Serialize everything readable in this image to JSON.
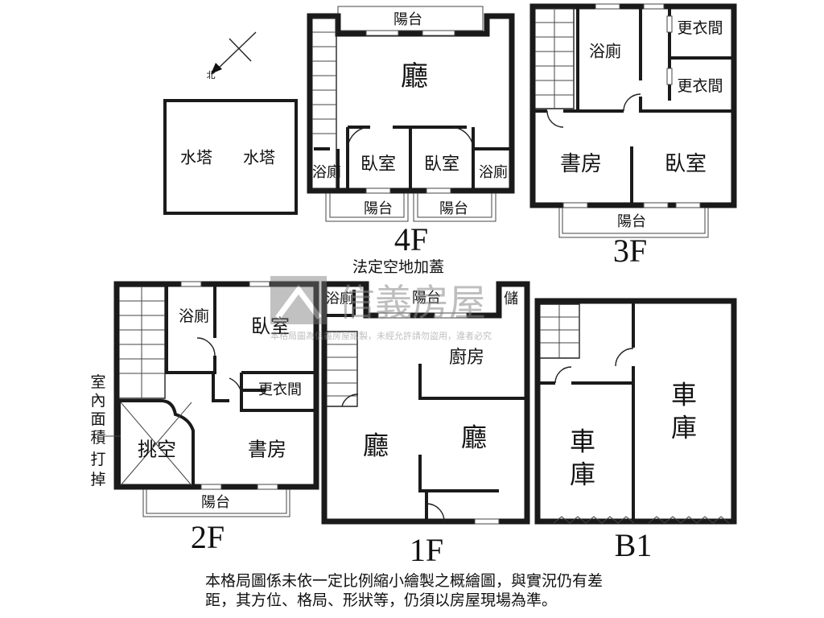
{
  "floors": {
    "roof": {
      "rooms": [
        "水塔",
        "水塔"
      ]
    },
    "f4": {
      "label": "4F",
      "rooms": [
        "廳",
        "臥室",
        "臥室",
        "浴廁",
        "浴廁",
        "陽台",
        "陽台",
        "陽台"
      ]
    },
    "f3": {
      "label": "3F",
      "rooms": [
        "浴廁",
        "更衣間",
        "更衣間",
        "書房",
        "臥室",
        "陽台"
      ]
    },
    "f2": {
      "label": "2F",
      "rooms": [
        "浴廁",
        "臥室",
        "更衣間",
        "挑空",
        "書房",
        "陽台"
      ],
      "side_note": [
        "室",
        "內",
        "面",
        "積",
        "打",
        "掉"
      ]
    },
    "f1": {
      "label": "1F",
      "top_note": "法定空地加蓋",
      "rooms": [
        "浴廁",
        "陽台",
        "儲",
        "廚房",
        "廳",
        "廳"
      ]
    },
    "b1": {
      "label": "B1",
      "rooms": [
        "車",
        "庫",
        "車",
        "庫"
      ]
    }
  },
  "watermark": {
    "brand": "信義房屋",
    "subtitle": "本格局圖為信義房屋繪製，未經允許請勿盜用，違者必究"
  },
  "disclaimer": [
    "本格局圖係未依一定比例縮小繪製之概繪圖，與實況仍有差",
    "距，其方位、格局、形狀等，仍須以房屋現場為準。"
  ],
  "colors": {
    "wall": "#1a1a1a",
    "watermark": "#8a8a8a",
    "background": "#ffffff"
  },
  "icons": [
    "north-arrow-icon"
  ]
}
